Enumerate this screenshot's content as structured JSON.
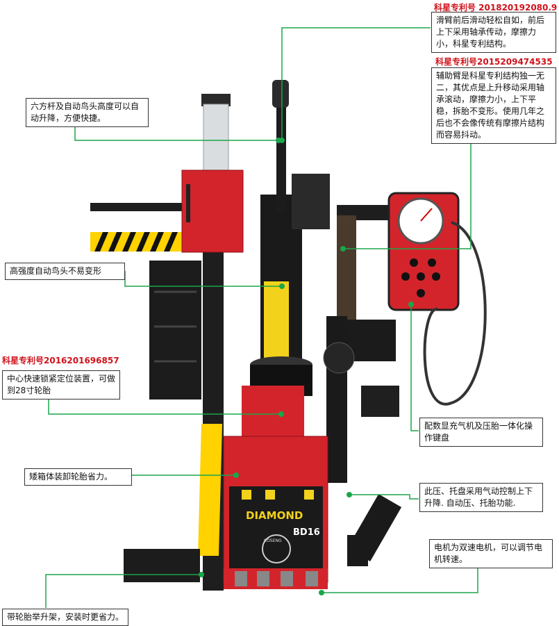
{
  "patents": {
    "p1": "科星专利号 201820192080.9",
    "p2": "科星专利号2015209474535",
    "p3": "科星专利号2016201696857"
  },
  "callouts": {
    "slide_arm": "滑臂前后滑动轻松自如，前后上下采用轴承传动，摩擦力小，科星专利结构。",
    "assist_arm": "辅助臂是科星专利结构独一无二，其优点是上升移动采用轴承滚动，摩擦力小，上下平稳，拆胎不变形。使用几年之后也不会像传统有摩擦片结构而容易抖动。",
    "hex_rod": "六方杆及自动鸟头高度可以自动升降，方便快捷。",
    "bird_head": "高强度自动鸟头不易变形",
    "center_lock": "中心快速锁紧定位装置，可做到28寸轮胎",
    "low_box": "矮箱体装卸轮胎省力。",
    "gauge_panel": "配数显充气机及压胎一体化操作键盘",
    "pneumatic": "此压、托盘采用气动控制上下升降. 自动压、托胎功能.",
    "motor": "电机为双速电机，可以调节电机转速。",
    "lift_rack": "带轮胎举升架，安装时更省力。"
  },
  "machine": {
    "brand": "DIAMOND",
    "model": "BD16",
    "emblem": "COSENG"
  },
  "colors": {
    "body_red": "#d3242b",
    "frame_black": "#222222",
    "callout_line": "#1aa64a",
    "patent_red": "#d0121b"
  }
}
